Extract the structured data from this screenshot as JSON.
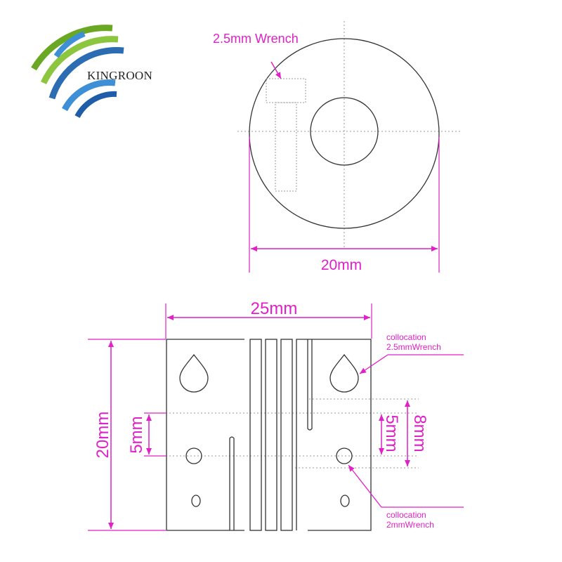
{
  "brand": {
    "name": "KINGROON",
    "logo_colors": [
      "#6aa823",
      "#8cc63f",
      "#2b6cb3",
      "#3d8fd6",
      "#1f5da8"
    ]
  },
  "colors": {
    "dimension": "#e020c8",
    "outline": "#333333",
    "guide": "#999999"
  },
  "top_view": {
    "wrench_label": "2.5mm Wrench",
    "diameter_label": "20mm"
  },
  "side_view": {
    "length_label": "25mm",
    "height_label": "20mm",
    "left_spacing_label": "5mm",
    "right_spacing_label": "5mm",
    "right_outer_label": "8mm",
    "callout_top_line1": "collocation",
    "callout_top_line2": "2.5mmWrench",
    "callout_bottom_line1": "collocation",
    "callout_bottom_line2": "2mmWrench"
  }
}
